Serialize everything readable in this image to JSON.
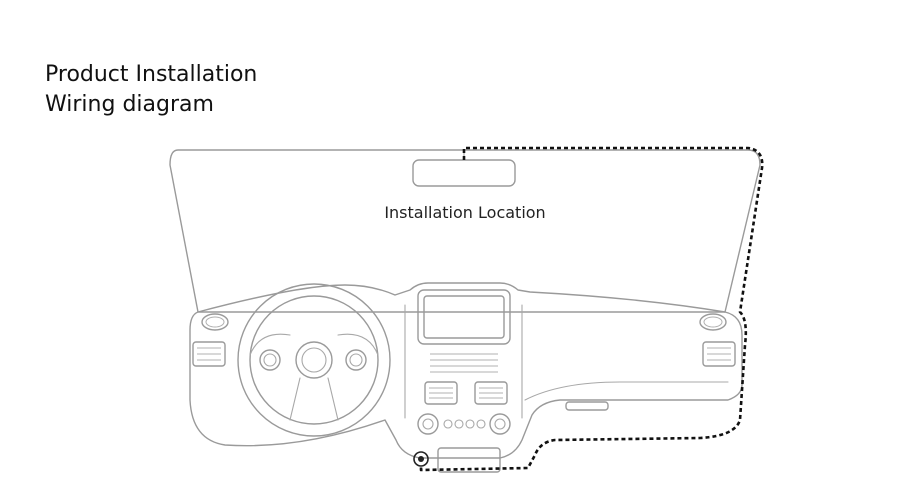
{
  "heading": {
    "line1": "Product Installation",
    "line2": "Wiring diagram"
  },
  "diagram": {
    "location_label": "Installation Location"
  },
  "colors": {
    "outline": "#9a9a9a",
    "cable": "#111111",
    "text": "#111111"
  }
}
